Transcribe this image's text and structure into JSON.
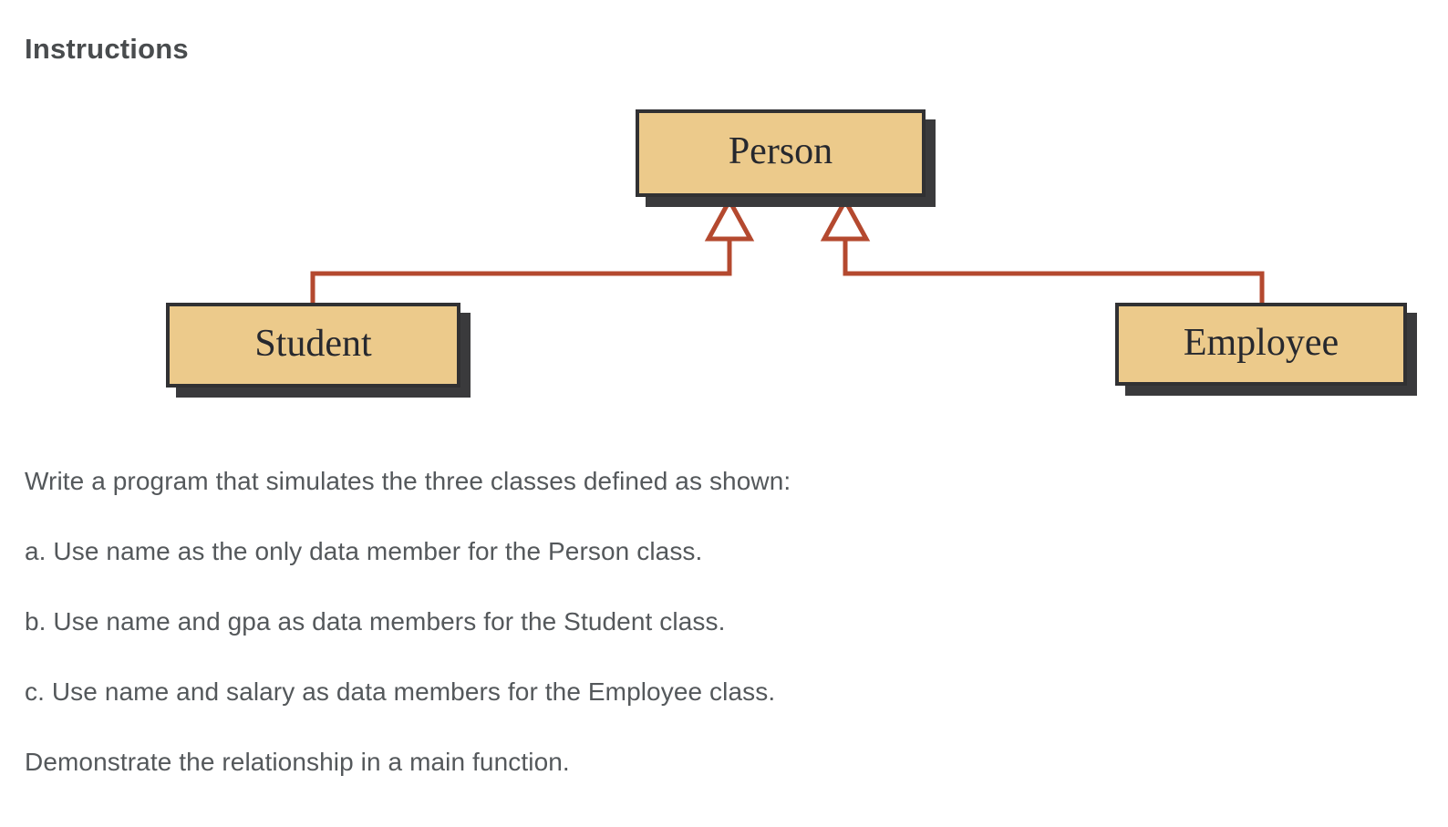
{
  "page": {
    "heading": "Instructions"
  },
  "diagram": {
    "type": "uml-class-inheritance",
    "base_class": "Person",
    "derived_classes": [
      "Student",
      "Employee"
    ],
    "colors": {
      "box_fill": "#ecca8b",
      "box_border": "#313133",
      "box_shadow": "#3a3a3c",
      "box_text": "#26282e",
      "connector": "#b4492f"
    }
  },
  "instructions": {
    "intro": "Write a program that simulates the three classes defined as shown:",
    "items": [
      "a. Use name as the only data member for the Person class.",
      "b. Use name and gpa as data members for the Student class.",
      "c. Use name and salary as data members for the Employee class."
    ],
    "footer": "Demonstrate the relationship in a main function."
  }
}
